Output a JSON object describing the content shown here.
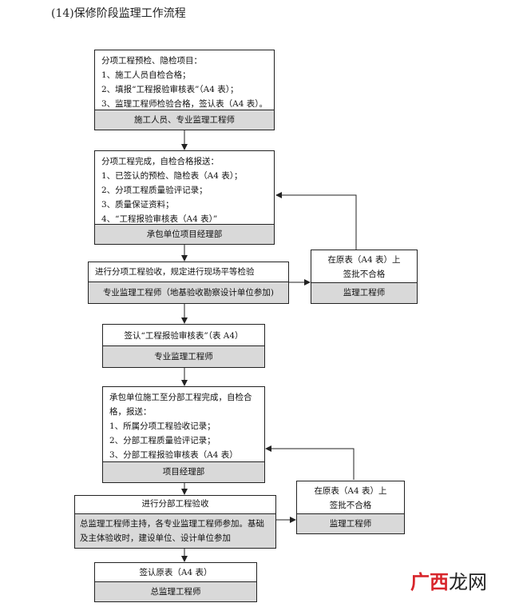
{
  "title": "(14)保修阶段监理工作流程",
  "boxes": {
    "box1": {
      "lines": [
        "分项工程预检、隐检项目：",
        "1、施工人员自检合格；",
        "2、填报“工程报验审核表”（A4 表）；",
        "3、监理工程师检验合格，签认表（A4 表）。"
      ],
      "role": "施工人员、专业监理工程师"
    },
    "box2": {
      "lines": [
        "分项工程完成，自检合格报送：",
        "1、已签认的预检、隐检表（A4 表）；",
        "2、分项工程质量验评记录；",
        "3、质量保证资料；",
        "4、“工程报验审核表（A4 表）”"
      ],
      "role": "承包单位项目经理部"
    },
    "box3": {
      "lines": [
        "进行分项工程验收，规定进行现场平等检验"
      ],
      "role": "专业监理工程师（地基验收勘察设计单位参加)"
    },
    "box3r": {
      "lines": [
        "在原表（A4 表）上",
        "签批不合格"
      ],
      "role": "监理工程师"
    },
    "box4": {
      "lines": [
        "签认“工程报验审核表”（表 A4）"
      ],
      "role": "专业监理工程师"
    },
    "box5": {
      "lines": [
        "承包单位施工至分部工程完成，自检合",
        "格，报送：",
        "1、所属分项工程验收记录；",
        "2、分部工程质量验评记录；",
        "3、分部工程报验审核表（A4 表）"
      ],
      "role": "项目经理部"
    },
    "box6": {
      "lines": [
        "进行分部工程验收"
      ],
      "role": "总监理工程师主持，各专业监理工程师参加。基础及主体验收时，建设单位、设计单位参加"
    },
    "box6r": {
      "lines": [
        "在原表（A4 表）上",
        "签批不合格"
      ],
      "role": "监理工程师"
    },
    "box7": {
      "lines": [
        "签认原表（A4 表）"
      ],
      "role": "总监理工程师"
    }
  },
  "watermark": {
    "part1": "广西",
    "part2": "龙网"
  },
  "colors": {
    "role_bg": "#d9d9d9",
    "line": "#222222",
    "watermark_red": "#d8262c"
  }
}
